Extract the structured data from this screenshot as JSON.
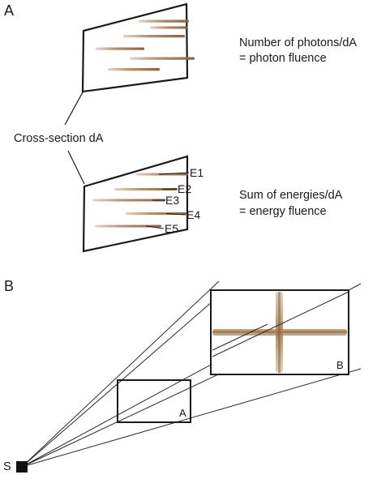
{
  "panel_a": {
    "label": "A",
    "cross_section_label": "Cross-section dA",
    "top_caption": {
      "line1": "Number of photons/dA",
      "line2": "= photon fluence"
    },
    "bottom_caption": {
      "line1": "Sum of energies/dA",
      "line2": "= energy fluence"
    },
    "energy_labels": [
      "E1",
      "E2",
      "E3",
      "E4",
      "E5"
    ]
  },
  "panel_b": {
    "label": "B",
    "source_label": "S",
    "small_area_label": "A",
    "large_area_label": "B"
  },
  "colors": {
    "line": "#1a1a1a",
    "photon_track": "#b8926a",
    "photon_track_dark": "#8a6440",
    "background": "#ffffff"
  }
}
